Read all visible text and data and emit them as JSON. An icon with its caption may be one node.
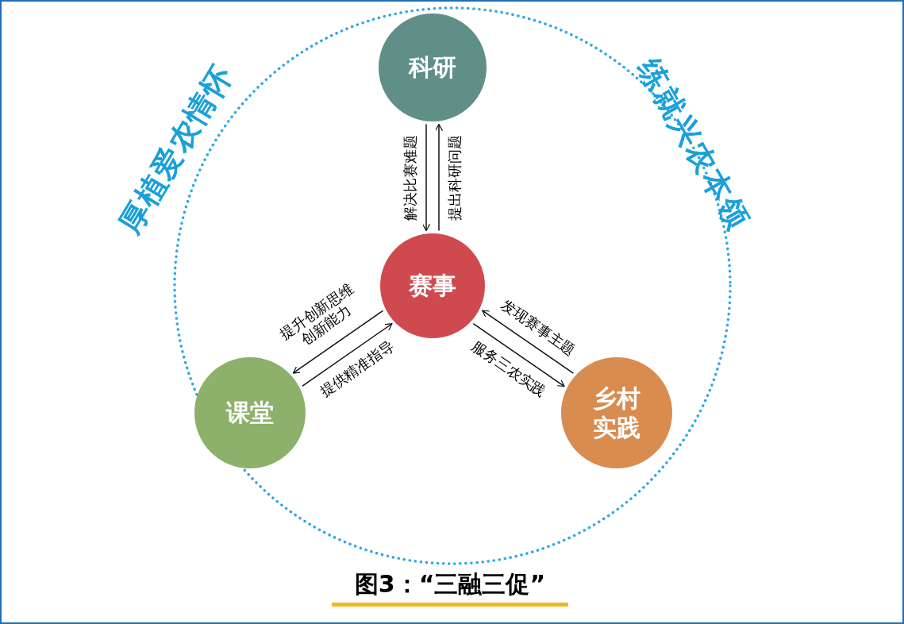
{
  "diagram": {
    "caption": "图3：“三融三促”",
    "nodes": [
      {
        "text": [
          "科研"
        ]
      },
      {
        "text": [
          "赛事"
        ]
      },
      {
        "text": [
          "课堂"
        ]
      },
      {
        "text": [
          "乡村实践"
        ]
      }
    ],
    "edges": [
      {
        "from": 0,
        "to": 1,
        "arrow": "to",
        "label": "解决比赛难题"
      },
      {
        "from": 1,
        "to": 0,
        "arrow": "to",
        "label": "提出科研问题"
      },
      {
        "from": 1,
        "to": 2,
        "arrow": "to",
        "label": "提升创新思维创新能力"
      },
      {
        "from": 2,
        "to": 1,
        "arrow": "to",
        "label": "提供精准指导"
      },
      {
        "from": 3,
        "to": 1,
        "arrow": "to",
        "label": "发现赛事主题"
      },
      {
        "from": 1,
        "to": 3,
        "arrow": "to",
        "label": "服务三农实践"
      }
    ],
    "labels": [
      "厚植爱农情怀",
      "练就兴农本领"
    ]
  }
}
